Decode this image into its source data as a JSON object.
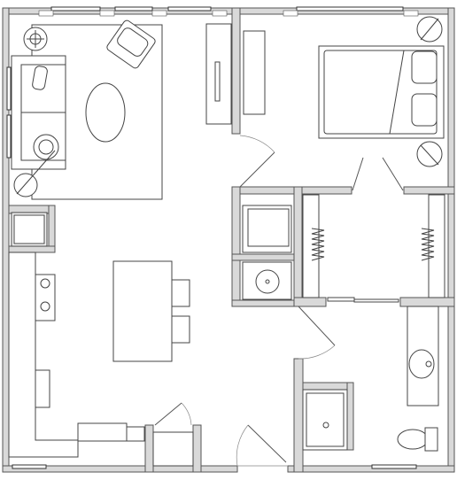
{
  "colors": {
    "wall_fill": "#d9d9d9",
    "wall_stroke": "#555555",
    "furniture_stroke": "#444444",
    "background": "#ffffff"
  },
  "rooms": [
    "living-room",
    "kitchen",
    "bedroom",
    "walk-in-closet",
    "bathroom",
    "laundry",
    "entry"
  ]
}
